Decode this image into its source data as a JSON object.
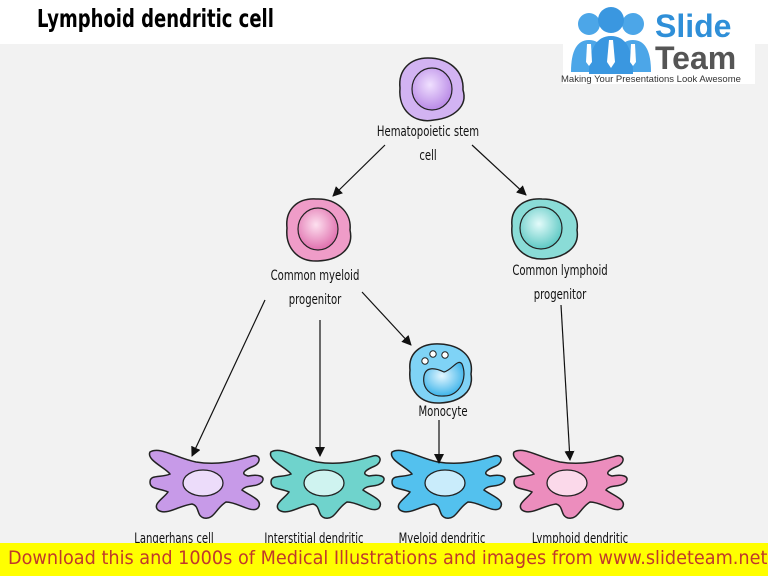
{
  "header": {
    "title": "Lymphoid dendritic cell"
  },
  "logo": {
    "line1": "Slide",
    "line2": "Team",
    "tagline": "Making Your Presentations Look Awesome",
    "brand_color": "#2f8fd8"
  },
  "nodes": {
    "hsc": {
      "label1": "Hematopoietic stem",
      "label2": "cell",
      "color": "#c9a6ee"
    },
    "cmp": {
      "label1": "Common myeloid",
      "label2": "progenitor",
      "color": "#e98ac0"
    },
    "clp": {
      "label1": "Common lymphoid",
      "label2": "progenitor",
      "color": "#7fd6d2"
    },
    "monocyte": {
      "label": "Monocyte",
      "color": "#5cc6f2"
    },
    "langerhans": {
      "label": "Langerhans cell",
      "color": "#c79ae8"
    },
    "interstitial": {
      "label": "Interstitial  dendritic",
      "color": "#6fd3cc"
    },
    "myeloid_dc": {
      "label": "Myeloid dendritic",
      "color": "#53c1ee"
    },
    "lymphoid_dc": {
      "label": "Lymphoid dendritic",
      "color": "#ec8dbd"
    }
  },
  "banner": {
    "text": "Download this and 1000s of Medical Illustrations and images from www.slideteam.net"
  }
}
